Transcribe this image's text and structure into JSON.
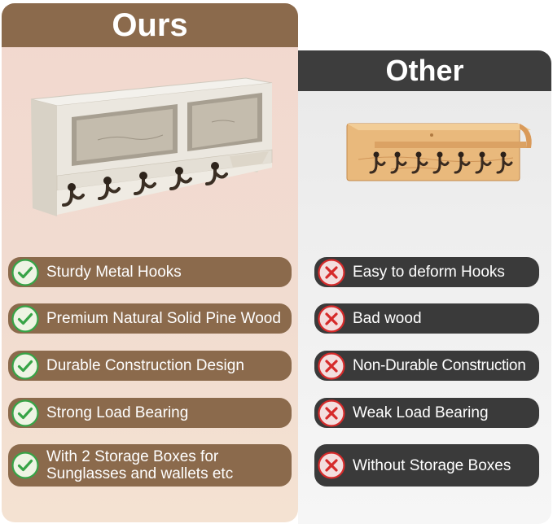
{
  "ours": {
    "title": "Ours",
    "features": [
      {
        "label": "Sturdy Metal Hooks"
      },
      {
        "label": "Premium Natural Solid Pine Wood"
      },
      {
        "label": "Durable Construction Design"
      },
      {
        "label": "Strong Load Bearing"
      },
      {
        "label": "With 2 Storage Boxes for Sunglasses and wallets etc"
      }
    ],
    "icon": "check-circle-icon"
  },
  "other": {
    "title": "Other",
    "features": [
      {
        "label": "Easy to deform Hooks"
      },
      {
        "label": "Bad wood"
      },
      {
        "label": "Non-Durable Construction"
      },
      {
        "label": "Weak Load Bearing"
      },
      {
        "label": "Without Storage Boxes"
      }
    ],
    "icon": "x-circle-icon"
  },
  "colors": {
    "ours_accent": "#8b6a4c",
    "other_accent": "#3a3a3a",
    "check_green": "#37a447",
    "cross_red": "#d62a2a"
  }
}
